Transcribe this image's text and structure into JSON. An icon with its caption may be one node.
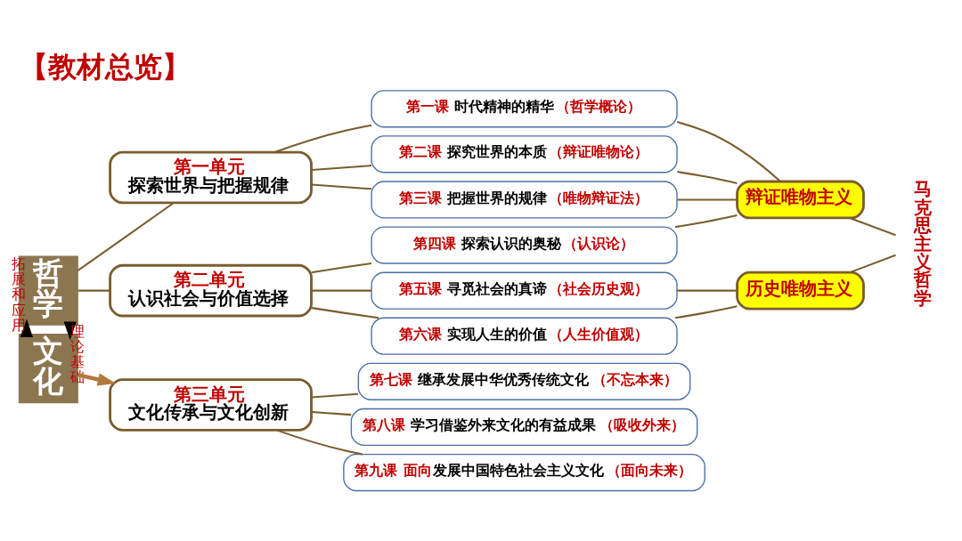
{
  "diagram": {
    "title": "【教材总览】",
    "nodes": [
      {
        "text": [
          "哲学"
        ]
      },
      {
        "text": [
          "文化"
        ]
      },
      {
        "text": [
          "第一单元",
          "探索世界与把握规律"
        ]
      },
      {
        "text": [
          "第二单元",
          "认识社会与价值选择"
        ]
      },
      {
        "text": [
          "第三单元",
          "文化传承与文化创新"
        ]
      },
      {
        "text": [
          "第一课",
          "时代精神的精华",
          "（哲学概论）"
        ]
      },
      {
        "text": [
          "第二课",
          "探究世界的本质",
          "（辩证唯物论）"
        ]
      },
      {
        "text": [
          "第三课",
          "把握世界的规律",
          "（唯物辩证法）"
        ]
      },
      {
        "text": [
          "第四课",
          "探索认识的奥秘",
          "（认识论）"
        ]
      },
      {
        "text": [
          "第五课",
          "寻觅社会的真谛",
          "（社会历史观）"
        ]
      },
      {
        "text": [
          "第六课",
          "实现人生的价值",
          "（人生价值观）"
        ]
      },
      {
        "text": [
          "第七课",
          "继承发展中华优秀传统文化",
          "（不忘本来）"
        ]
      },
      {
        "text": [
          "第八课",
          "学习借鉴外来文化的有益成果",
          "（吸收外来）"
        ]
      },
      {
        "text": [
          "第九课",
          "面向",
          "发展中国特色社会主义文化",
          "（面向未来）"
        ]
      },
      {
        "text": [
          "辩证唯物主义"
        ]
      },
      {
        "text": [
          "历史唯物主义"
        ]
      },
      {
        "text": [
          "马克思主义哲学"
        ]
      }
    ],
    "edges": [
      {
        "from": 0,
        "to": 1,
        "arrow": "to",
        "label": "理论基础",
        "style": "thick",
        "color": "#000000"
      },
      {
        "from": 1,
        "to": 0,
        "arrow": "to",
        "label": "拓展和应用",
        "style": "thick",
        "color": "#000000"
      },
      {
        "from": 0,
        "to": 2,
        "arrow": "none"
      },
      {
        "from": 0,
        "to": 3,
        "arrow": "none"
      },
      {
        "from": 1,
        "to": 4,
        "arrow": "to",
        "style": "thick",
        "color": "#b07a3c"
      },
      {
        "from": 2,
        "to": 5,
        "arrow": "none"
      },
      {
        "from": 2,
        "to": 6,
        "arrow": "none"
      },
      {
        "from": 2,
        "to": 7,
        "arrow": "none"
      },
      {
        "from": 3,
        "to": 8,
        "arrow": "none"
      },
      {
        "from": 3,
        "to": 9,
        "arrow": "none"
      },
      {
        "from": 3,
        "to": 10,
        "arrow": "none"
      },
      {
        "from": 4,
        "to": 11,
        "arrow": "none"
      },
      {
        "from": 4,
        "to": 12,
        "arrow": "none"
      },
      {
        "from": 4,
        "to": 13,
        "arrow": "none"
      },
      {
        "from": 5,
        "to": 14,
        "arrow": "none"
      },
      {
        "from": 6,
        "to": 14,
        "arrow": "none"
      },
      {
        "from": 7,
        "to": 14,
        "arrow": "none"
      },
      {
        "from": 8,
        "to": 14,
        "arrow": "none"
      },
      {
        "from": 9,
        "to": 15,
        "arrow": "none"
      },
      {
        "from": 10,
        "to": 15,
        "arrow": "none"
      },
      {
        "from": 14,
        "to": 16,
        "arrow": "none"
      },
      {
        "from": 15,
        "to": 16,
        "arrow": "none"
      }
    ]
  }
}
